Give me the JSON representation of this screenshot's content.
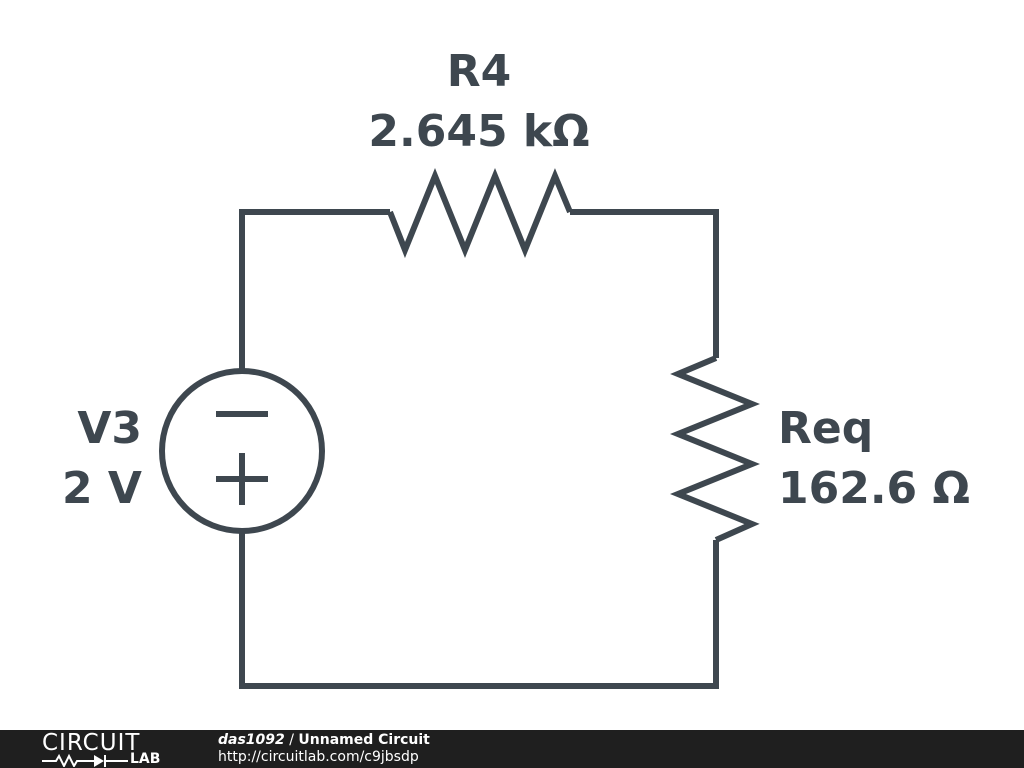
{
  "colors": {
    "stroke": "#3e474f",
    "footer_bg": "#1f1f1f",
    "footer_text": "#ffffff"
  },
  "components": {
    "r4": {
      "name": "R4",
      "value": "2.645 kΩ"
    },
    "req": {
      "name": "Req",
      "value": "162.6 Ω"
    },
    "v3": {
      "name": "V3",
      "value": "2 V",
      "minus_symbol": "−",
      "plus_symbol": "+"
    }
  },
  "footer": {
    "logo_top": "CIRCUIT",
    "logo_bottom": "LAB",
    "author": "das1092",
    "separator": " / ",
    "circuit_title": "Unnamed Circuit",
    "url": "http://circuitlab.com/c9jbsdp"
  }
}
